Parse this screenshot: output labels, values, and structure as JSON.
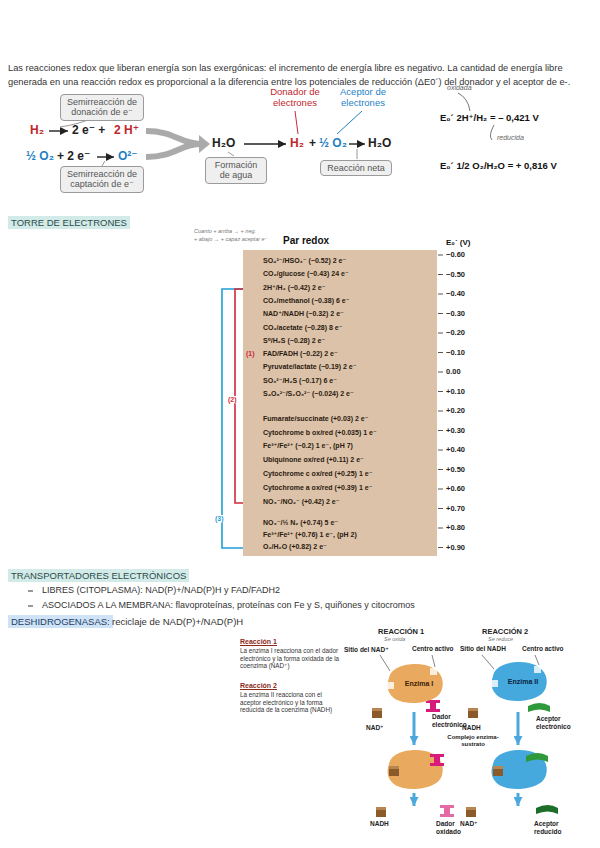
{
  "diagram": {
    "nodes": [
      {
        "text": [
          "Semirreacción de donación de e⁻"
        ]
      },
      {
        "text": [
          "Semirreacción de captación de e⁻"
        ]
      },
      {
        "text": [
          "Formación de agua"
        ]
      },
      {
        "text": [
          "Reacción neta"
        ]
      },
      {
        "text": [
          "Par redox",
          "SO₄²⁻/HSO₃⁻ (−0.52) 2 e⁻",
          "CO₂/glucose (−0.43) 24 e⁻",
          "2H⁺/H₂ (−0.42) 2 e⁻",
          "CO₂/methanol (−0.38) 6 e⁻",
          "NAD⁺/NADH (−0.32) 2 e⁻",
          "CO₂/acetate (−0.28) 8 e⁻",
          "S⁰/H₂S (−0.28) 2 e⁻",
          "FAD/FADH (−0.22) 2 e⁻",
          "Pyruvate/lactate (−0.19) 2 e⁻",
          "SO₃²⁻/H₂S (−0.17) 6 e⁻",
          "S₄O₆²⁻/S₂O₃²⁻ (−0.024) 2 e⁻",
          "Fumarate/succinate (+0.03) 2 e⁻",
          "Cytochrome b ox/red (+0.035) 1 e⁻",
          "Fe³⁺/Fe²⁺ (−0.2) 1 e⁻, (pH 7)",
          "Ubiquinone ox/red (+0.11) 2 e⁻",
          "Cytochrome c ox/red (+0.25) 1 e⁻",
          "Cytochrome a ox/red (+0.39) 1 e⁻",
          "NO₃⁻/NO₂⁻ (+0.42) 2 e⁻",
          "NO₃⁻/½ N₂ (+0.74) 5 e⁻",
          "Fe³⁺/Fe²⁺ (+0.76) 1 e⁻, (pH 2)",
          "O₂/H₂O (+0.82) 2 e⁻"
        ]
      },
      {
        "text": [
          "Enzima I"
        ]
      },
      {
        "text": [
          "Enzima II"
        ]
      }
    ],
    "labels": [
      "Las reacciones redox que liberan energía son las exergónicas: el incremento de energía libre es negativo. La cantidad de energía libre generada en una reacción redox es proporcional a la diferencia entre los potenciales de reducción (ΔE0´) del donador y el aceptor de e-.",
      "H₂",
      "2 e⁻ +",
      "2 H⁺",
      "½ O₂",
      "+ 2 e⁻",
      "O²⁻",
      "H₂O",
      "H₂",
      "+",
      "½ O₂",
      "H₂O",
      "Donador de electrones",
      "Aceptor de electrones",
      "oxidada",
      "E₀´ 2H⁺/H₂ = – 0,421 V",
      "reducida",
      "E₀´ 1/2 O₂/H₂O = + 0,816 V",
      "TORRE DE ELECTRONES",
      "Cuanto + arriba → + neg.",
      "+ abajo → + capaz aceptar e⁻",
      "E₀´ (V)",
      "−0.60",
      "−0.50",
      "−0.40",
      "−0.30",
      "−0.20",
      "−0.10",
      "0.00",
      "+0.10",
      "+0.20",
      "+0.30",
      "+0.40",
      "+0.50",
      "+0.60",
      "+0.70",
      "+0.80",
      "+0.90",
      "(1)",
      "(2)",
      "(3)",
      "TRANSPORTADORES ELECTRÓNICOS",
      "LIBRES (CITOPLASMA): NAD(P)+/NAD(P)H y FAD/FADH2",
      "ASOCIADOS A LA MEMBRANA: flavoproteínas, proteínas con Fe y S, quiñones y citocromos",
      "DESHIDROGENASAS:",
      "reciclaje de NAD(P)+/NAD(P)H",
      "Reacción 1",
      "La enzima I reacciona con el dador electrónico y la forma oxidada de la coenzima (NAD⁺)",
      "Reacción 2",
      "La enzima II reacciona con el aceptor electrónico y la forma reducida de la coenzima (NADH)",
      "REACCIÓN 1",
      "Se oxida",
      "REACCIÓN 2",
      "Se reduce",
      "Sitio del NAD⁺",
      "Centro activo",
      "NAD⁺",
      "Dador electrónico",
      "Complejo enzima-sustrato",
      "NADH",
      "Dador oxidado",
      "Sitio del NADH",
      "Centro activo",
      "NADH",
      "Aceptor electrónico",
      "NAD⁺",
      "Aceptor reducido"
    ]
  }
}
